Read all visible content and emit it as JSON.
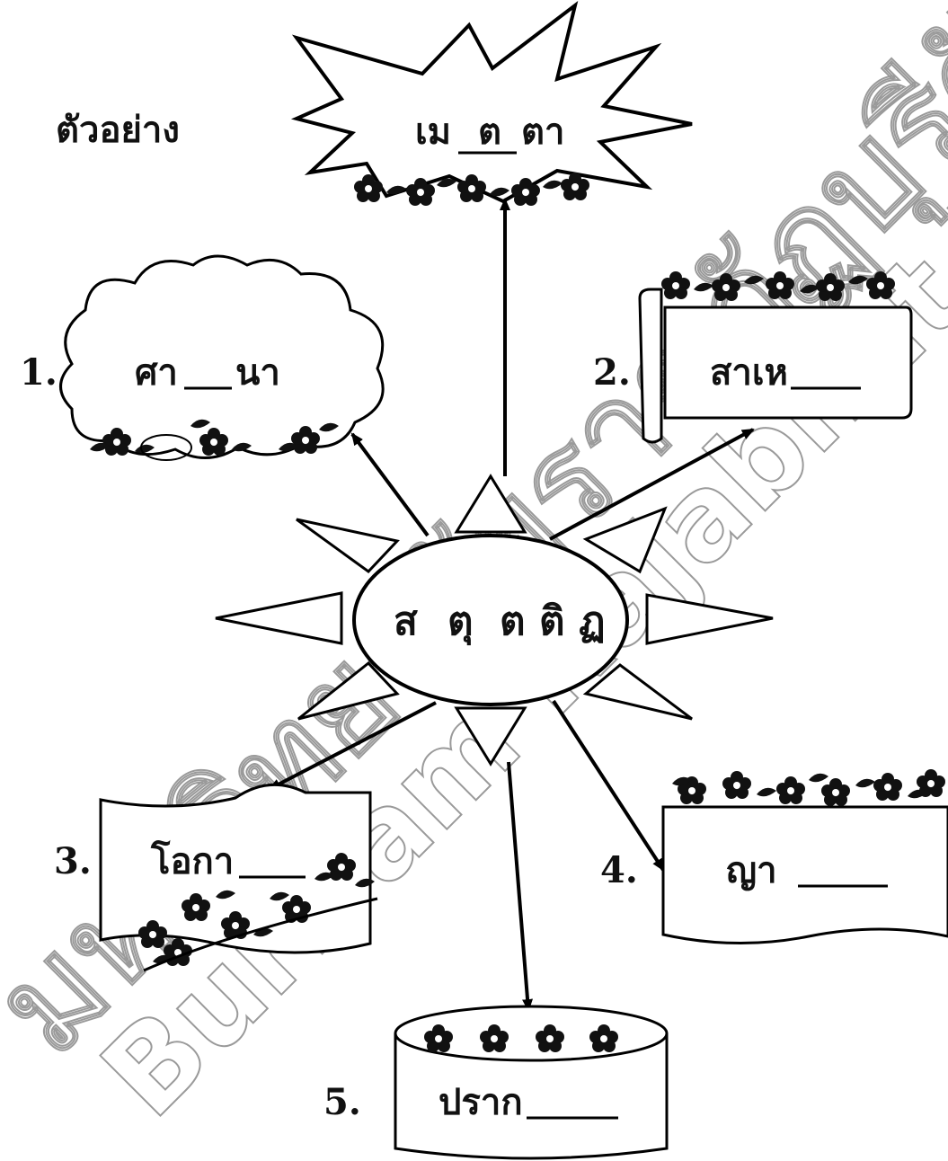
{
  "example_label": "ตัวอย่าง",
  "center": {
    "letters": [
      "ส",
      "ตุ",
      "ต",
      "ติ",
      "ฏ"
    ]
  },
  "example": {
    "pre": "เม",
    "answer": "ต",
    "post": "ตา"
  },
  "items": [
    {
      "number": "1.",
      "text": "ศา",
      "after": "นา"
    },
    {
      "number": "2.",
      "text": "สาเห",
      "after": ""
    },
    {
      "number": "3.",
      "text": "โอกา",
      "after": ""
    },
    {
      "number": "4.",
      "text": "ญา",
      "after": ""
    },
    {
      "number": "5.",
      "text": "ปราก",
      "after": ""
    }
  ],
  "watermark": [
    "มหาวิทยาลัยราชภัฏบุรีรัมย์",
    "Buriram Rajabhat University"
  ]
}
